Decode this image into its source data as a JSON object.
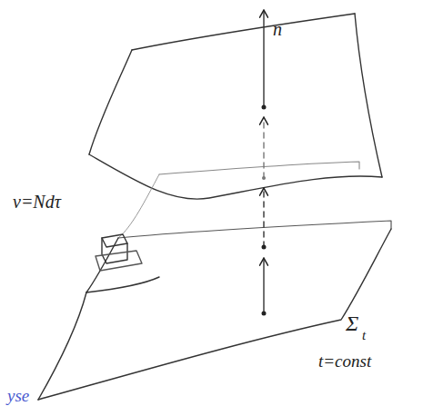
{
  "diagram": {
    "labels": [
      "n",
      "ν=Ndτ",
      "Σ",
      "t",
      "t=const",
      "yse"
    ]
  }
}
